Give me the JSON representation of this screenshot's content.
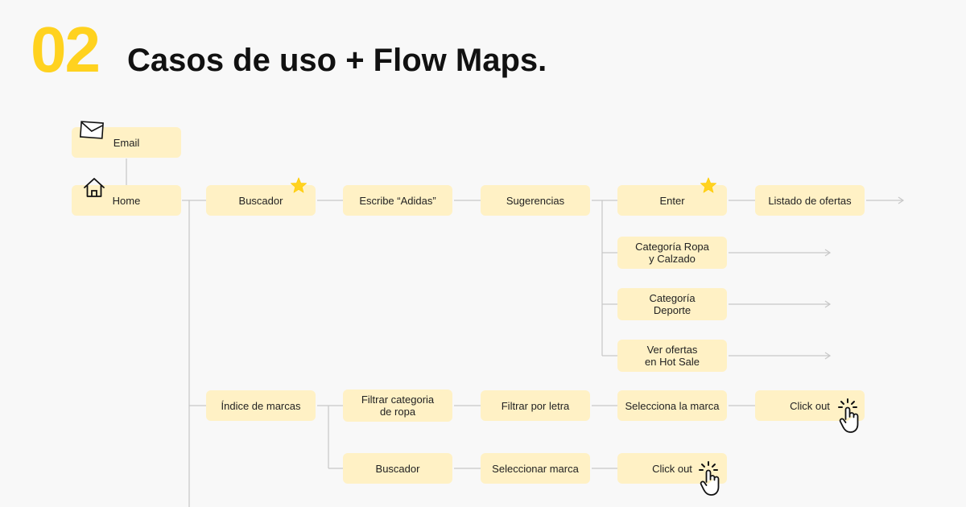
{
  "header": {
    "number": "02",
    "title": "Casos de uso + Flow Maps."
  },
  "colors": {
    "accent": "#ffd21f",
    "node": "#fff1c5",
    "line": "#c7c7c7"
  },
  "nodes": {
    "email": "Email",
    "home": "Home",
    "buscador": "Buscador",
    "escribe": "Escribe “Adidas”",
    "sugerencias": "Sugerencias",
    "enter": "Enter",
    "listado": "Listado de ofertas",
    "cat_ropa": "Categoría Ropa\ny Calzado",
    "cat_deporte": "Categoría\nDeporte",
    "ver_ofertas": "Ver ofertas\nen Hot Sale",
    "indice": "Índice de marcas",
    "filtrar_cat": "Filtrar categoria\nde ropa",
    "filtrar_letra": "Filtrar por letra",
    "selecciona": "Selecciona la marca",
    "clickout1": "Click out",
    "buscador2": "Buscador",
    "seleccionar": "Seleccionar marca",
    "clickout2": "Click out"
  },
  "icons": [
    "envelope-icon",
    "home-icon",
    "star-icon",
    "pointer-click-icon"
  ]
}
